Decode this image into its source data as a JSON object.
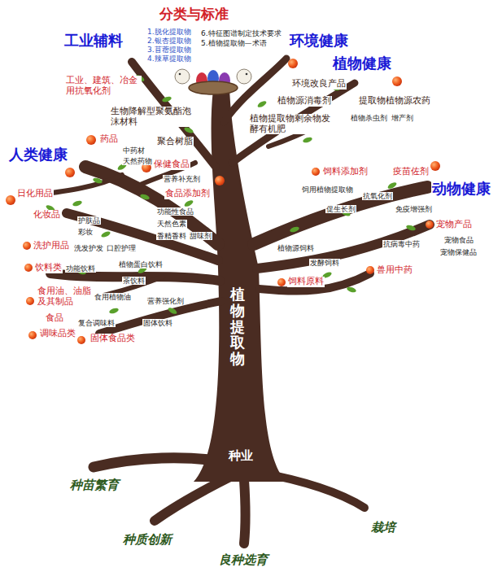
{
  "diagram": {
    "title": "分类与标准",
    "labels": [
      "工业辅料",
      "1.脱化提取物",
      "2.银杏提取物",
      "3.苜蓿提取物",
      "4.辣草提取物",
      "6.特征图谱制定技术要求",
      "5.植物提取物—术语",
      "环境健康",
      "植物健康",
      "工业、建筑、冶金用抗氧化剂",
      "环境改良产品",
      "提取物植物源农药",
      "植物源消毒剂",
      "生物降解型聚氨酯泡沫材料",
      "植物提取物剩余物发酵有机肥",
      "植物杀虫剂",
      "增产剂",
      "聚合树脂",
      "药品",
      "中药材",
      "人类健康",
      "天然药物",
      "保健食品",
      "饲料添加剂",
      "疫苗佐剂",
      "营养补充剂",
      "动物健康",
      "日化用品",
      "食品添加剂",
      "饲用植物提取物",
      "抗氧化剂",
      "促生长剂",
      "免疫增强剂",
      "化妆品",
      "功能性食品",
      "护肤品",
      "天然色素",
      "宠物产品",
      "彩妆",
      "香精香料",
      "甜味剂",
      "宠物食品",
      "洗护用品",
      "洗发护发",
      "口腔护理",
      "抗病毒中药",
      "植物源饲料",
      "宠物保健品",
      "发酵饲料",
      "饮料类",
      "功能饮料",
      "植物蛋白饮料",
      "兽用中药",
      "饲料原料",
      "茶饮料",
      "食用油、油脂及其制品",
      "植物提取物",
      "食用植物油",
      "营养强化剂",
      "食品",
      "复合调味料",
      "固体饮料",
      "调味品类",
      "固体食品类",
      "种业",
      "种苗繁育",
      "种质创新",
      "良种选育",
      "栽培"
    ]
  }
}
